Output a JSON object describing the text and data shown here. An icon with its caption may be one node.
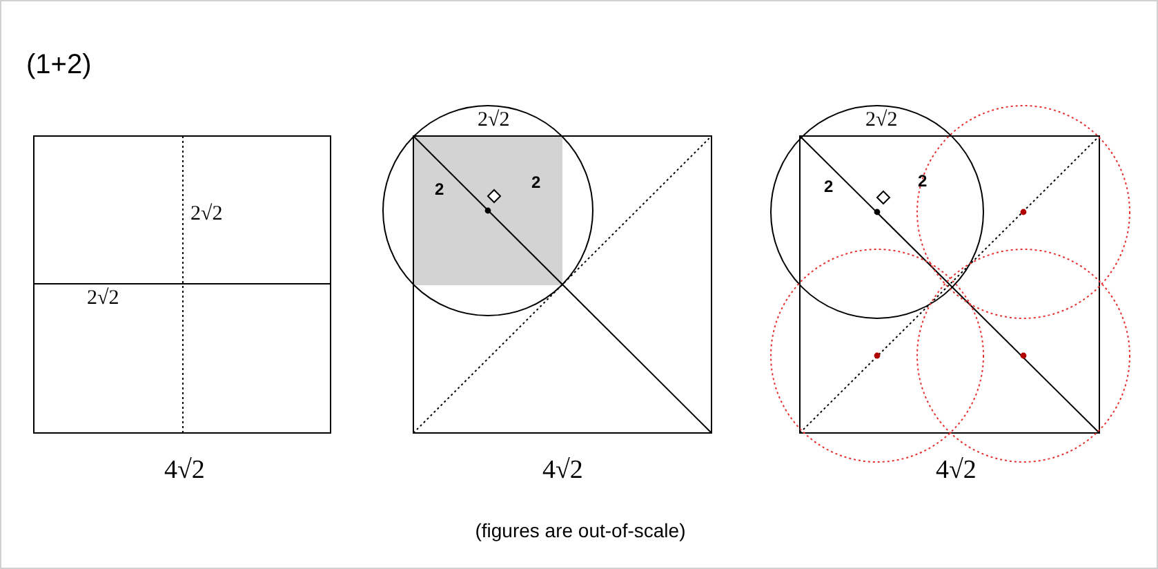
{
  "diagram": {
    "title": "(1+2)",
    "caption": "(figures are out-of-scale)",
    "labels": [
      "2√2",
      "2√2",
      "4√2",
      "2√2",
      "2",
      "2",
      "4√2",
      "2√2",
      "2",
      "2",
      "4√2"
    ]
  }
}
